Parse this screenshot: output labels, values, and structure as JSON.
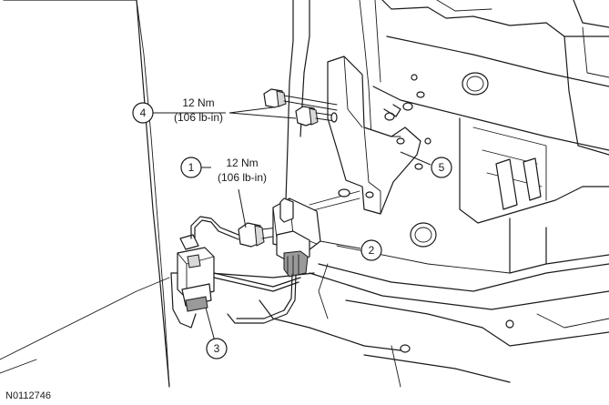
{
  "figure_id": "N0112746",
  "callouts": [
    {
      "number": "1",
      "label": "12 Nm",
      "label_2": "(106 lb-in)"
    },
    {
      "number": "2"
    },
    {
      "number": "3"
    },
    {
      "number": "4",
      "label": "12 Nm",
      "label_2": "(106 lb-in)"
    },
    {
      "number": "5"
    }
  ]
}
